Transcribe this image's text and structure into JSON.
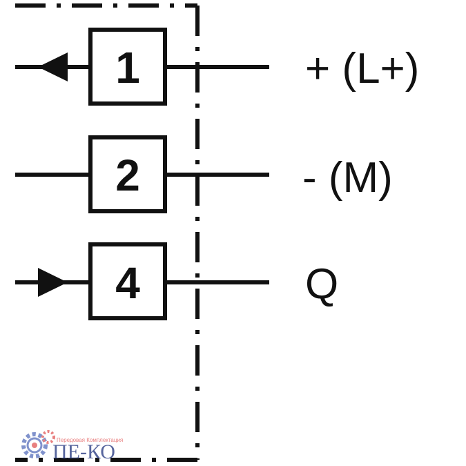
{
  "pins": [
    {
      "number": "1",
      "label": "+ (L+)",
      "arrow": "out"
    },
    {
      "number": "2",
      "label": "- (M)",
      "arrow": "none"
    },
    {
      "number": "4",
      "label": "Q",
      "arrow": "in"
    }
  ],
  "logo": {
    "tagline": "Передовая Комплектация",
    "name": "ПЕ-КО"
  },
  "colors": {
    "line": "#111111",
    "logo_text": "#3a4b8c",
    "logo_accent": "#e56a6a",
    "gear": "#6b7fc4"
  }
}
